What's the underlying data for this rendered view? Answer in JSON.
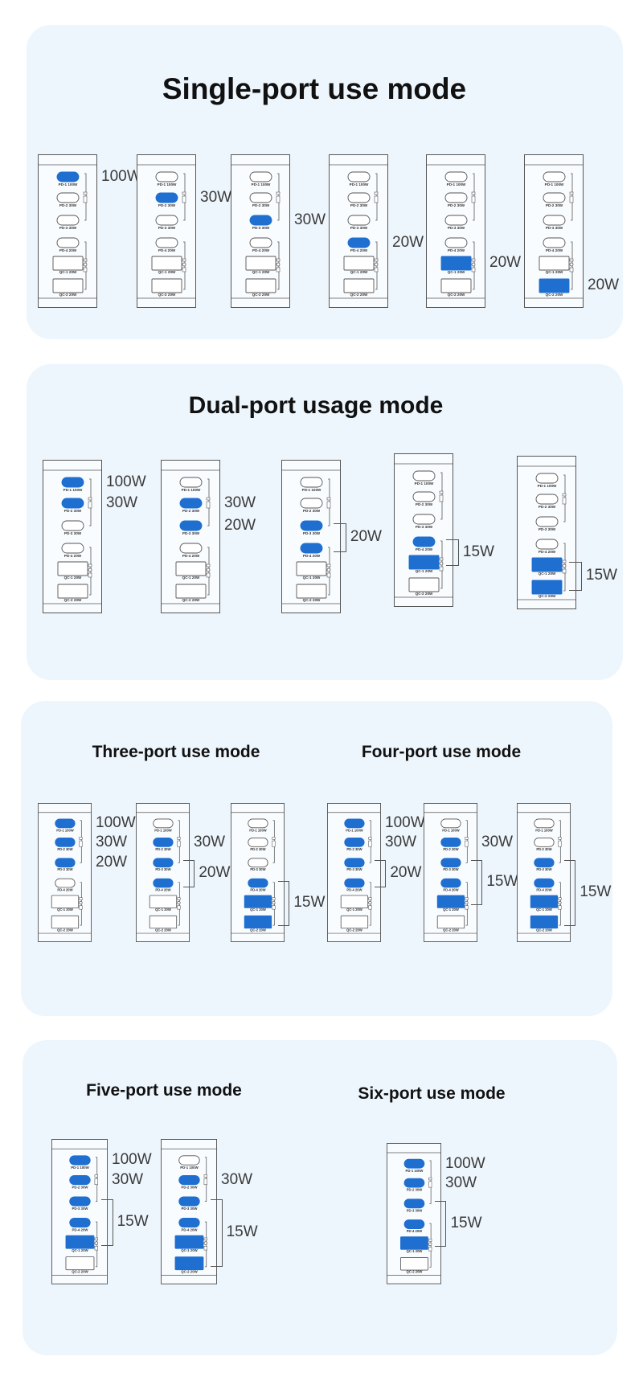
{
  "port_labels": [
    "PD-1 100W",
    "PD-2 30W",
    "PD-3 30W",
    "PD-4 20W",
    "QC-1 20W",
    "QC-2 20W"
  ],
  "colors": {
    "active_port": "#1f6fd1",
    "panel_background": "#eef6fd",
    "outline": "#555555"
  },
  "panels": [
    {
      "titles": [
        "Single-port use mode"
      ],
      "diagrams": [
        {
          "active": [
            0
          ],
          "labels": [
            {
              "text": "100W",
              "ports": [
                0
              ]
            }
          ]
        },
        {
          "active": [
            1
          ],
          "labels": [
            {
              "text": "30W",
              "ports": [
                1
              ]
            }
          ]
        },
        {
          "active": [
            2
          ],
          "labels": [
            {
              "text": "30W",
              "ports": [
                2
              ]
            }
          ]
        },
        {
          "active": [
            3
          ],
          "labels": [
            {
              "text": "20W",
              "ports": [
                3
              ]
            }
          ]
        },
        {
          "active": [
            4
          ],
          "labels": [
            {
              "text": "20W",
              "ports": [
                4
              ]
            }
          ]
        },
        {
          "active": [
            5
          ],
          "labels": [
            {
              "text": "20W",
              "ports": [
                5
              ]
            }
          ]
        }
      ]
    },
    {
      "titles": [
        "Dual-port usage mode"
      ],
      "diagrams": [
        {
          "active": [
            0,
            1
          ],
          "labels": [
            {
              "text": "100W",
              "ports": [
                0
              ]
            },
            {
              "text": "30W",
              "ports": [
                1
              ]
            }
          ]
        },
        {
          "active": [
            1,
            2
          ],
          "labels": [
            {
              "text": "30W",
              "ports": [
                1
              ]
            },
            {
              "text": "20W",
              "ports": [
                2
              ]
            }
          ]
        },
        {
          "active": [
            2,
            3
          ],
          "labels": [
            {
              "text": "20W",
              "ports": [
                2,
                3
              ]
            }
          ]
        },
        {
          "active": [
            3,
            4
          ],
          "labels": [
            {
              "text": "15W",
              "ports": [
                3,
                4
              ]
            }
          ]
        },
        {
          "active": [
            4,
            5
          ],
          "labels": [
            {
              "text": "15W",
              "ports": [
                4,
                5
              ]
            }
          ]
        }
      ]
    },
    {
      "titles": [
        "Three-port use mode",
        "Four-port use mode"
      ],
      "diagrams": [
        {
          "active": [
            0,
            1,
            2
          ],
          "labels": [
            {
              "text": "100W",
              "ports": [
                0
              ]
            },
            {
              "text": "30W",
              "ports": [
                1
              ]
            },
            {
              "text": "20W",
              "ports": [
                2
              ]
            }
          ]
        },
        {
          "active": [
            1,
            2,
            3
          ],
          "labels": [
            {
              "text": "30W",
              "ports": [
                1
              ]
            },
            {
              "text": "20W",
              "ports": [
                2,
                3
              ]
            }
          ]
        },
        {
          "active": [
            3,
            4,
            5
          ],
          "labels": [
            {
              "text": "15W",
              "ports": [
                3,
                5
              ]
            }
          ]
        },
        {
          "active": [
            0,
            1,
            2,
            3
          ],
          "labels": [
            {
              "text": "100W",
              "ports": [
                0
              ]
            },
            {
              "text": "30W",
              "ports": [
                1
              ]
            },
            {
              "text": "20W",
              "ports": [
                2,
                3
              ]
            }
          ]
        },
        {
          "active": [
            1,
            2,
            3,
            4
          ],
          "labels": [
            {
              "text": "30W",
              "ports": [
                1
              ]
            },
            {
              "text": "15W",
              "ports": [
                2,
                4
              ]
            }
          ]
        },
        {
          "active": [
            2,
            3,
            4,
            5
          ],
          "labels": [
            {
              "text": "15W",
              "ports": [
                2,
                5
              ]
            }
          ]
        }
      ]
    },
    {
      "titles": [
        "Five-port use mode",
        "Six-port use mode"
      ],
      "diagrams": [
        {
          "active": [
            0,
            1,
            2,
            3,
            4
          ],
          "labels": [
            {
              "text": "100W",
              "ports": [
                0
              ]
            },
            {
              "text": "30W",
              "ports": [
                1
              ]
            },
            {
              "text": "15W",
              "ports": [
                2,
                4
              ]
            }
          ]
        },
        {
          "active": [
            1,
            2,
            3,
            4,
            5
          ],
          "labels": [
            {
              "text": "30W",
              "ports": [
                1
              ]
            },
            {
              "text": "15W",
              "ports": [
                2,
                5
              ]
            }
          ]
        },
        {
          "active": [
            0,
            1,
            2,
            3,
            4
          ],
          "labels": [
            {
              "text": "100W",
              "ports": [
                0
              ]
            },
            {
              "text": "30W",
              "ports": [
                1
              ]
            },
            {
              "text": "15W",
              "ports": [
                2,
                4
              ]
            }
          ]
        }
      ]
    }
  ]
}
